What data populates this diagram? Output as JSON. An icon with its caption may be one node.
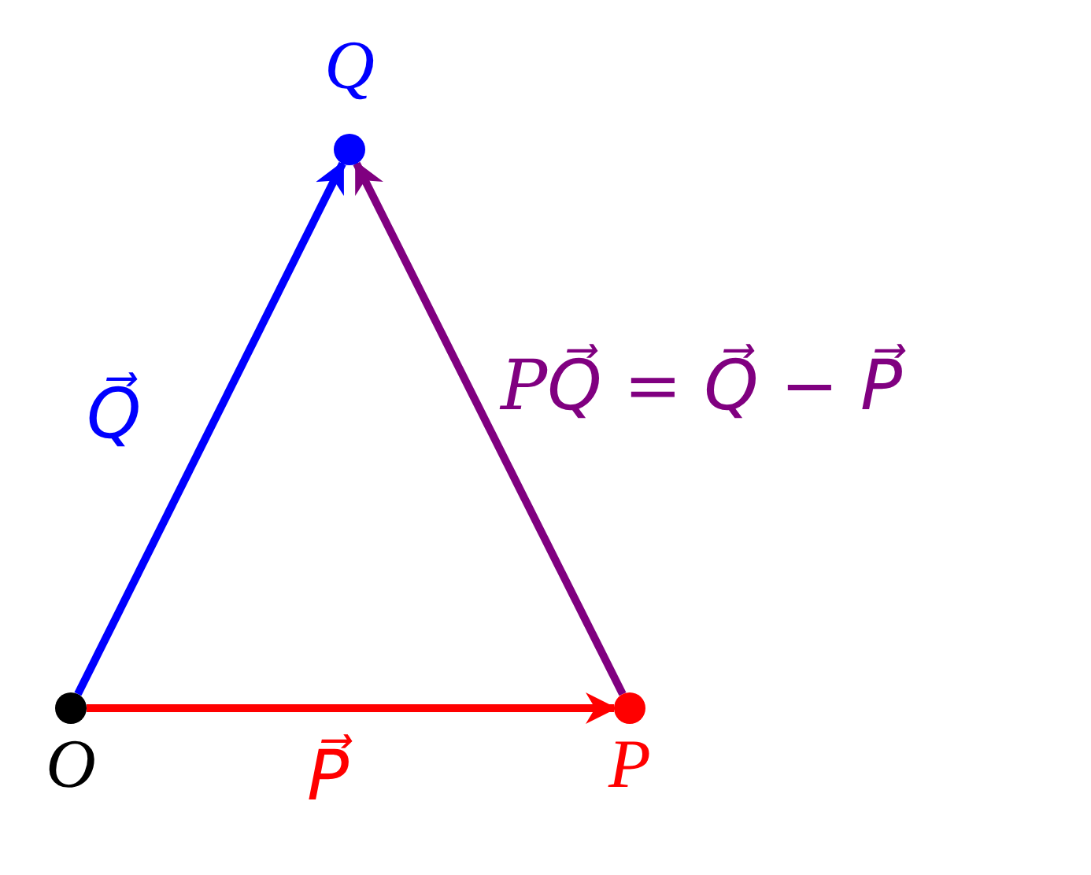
{
  "diagram": {
    "nodes": [
      {
        "text": [
          "Q"
        ]
      },
      {
        "text": [
          "O"
        ]
      },
      {
        "text": [
          "P"
        ]
      }
    ],
    "edges": [
      {
        "from": 1,
        "to": 2,
        "arrow": "to",
        "label": "P⃗",
        "color": "#ff0000"
      },
      {
        "from": 1,
        "to": 0,
        "arrow": "to",
        "label": "Q⃗",
        "color": "#0000ff"
      },
      {
        "from": 2,
        "to": 0,
        "arrow": "to",
        "label": "PQ⃗ = Q⃗ − P⃗",
        "color": "#800080"
      }
    ]
  }
}
